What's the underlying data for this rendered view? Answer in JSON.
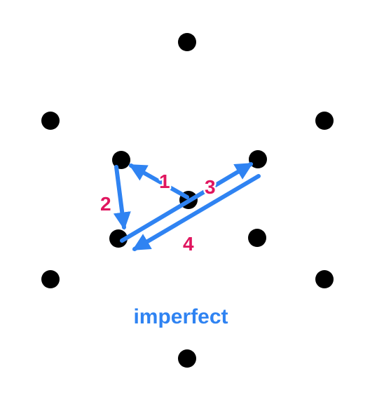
{
  "colors": {
    "dot": "#000000",
    "arrow": "#2f83f2",
    "step_label": "#e0165f",
    "caption": "#2f83f2"
  },
  "steps": [
    {
      "label": "1",
      "from": "center",
      "to": "inner-top-left"
    },
    {
      "label": "2",
      "from": "inner-top-left",
      "to": "inner-bottom-left"
    },
    {
      "label": "3",
      "from": "inner-bottom-left",
      "to": "inner-top-right"
    },
    {
      "label": "4",
      "from": "inner-top-right",
      "to": "inner-bottom-left"
    }
  ],
  "caption": "imperfect"
}
